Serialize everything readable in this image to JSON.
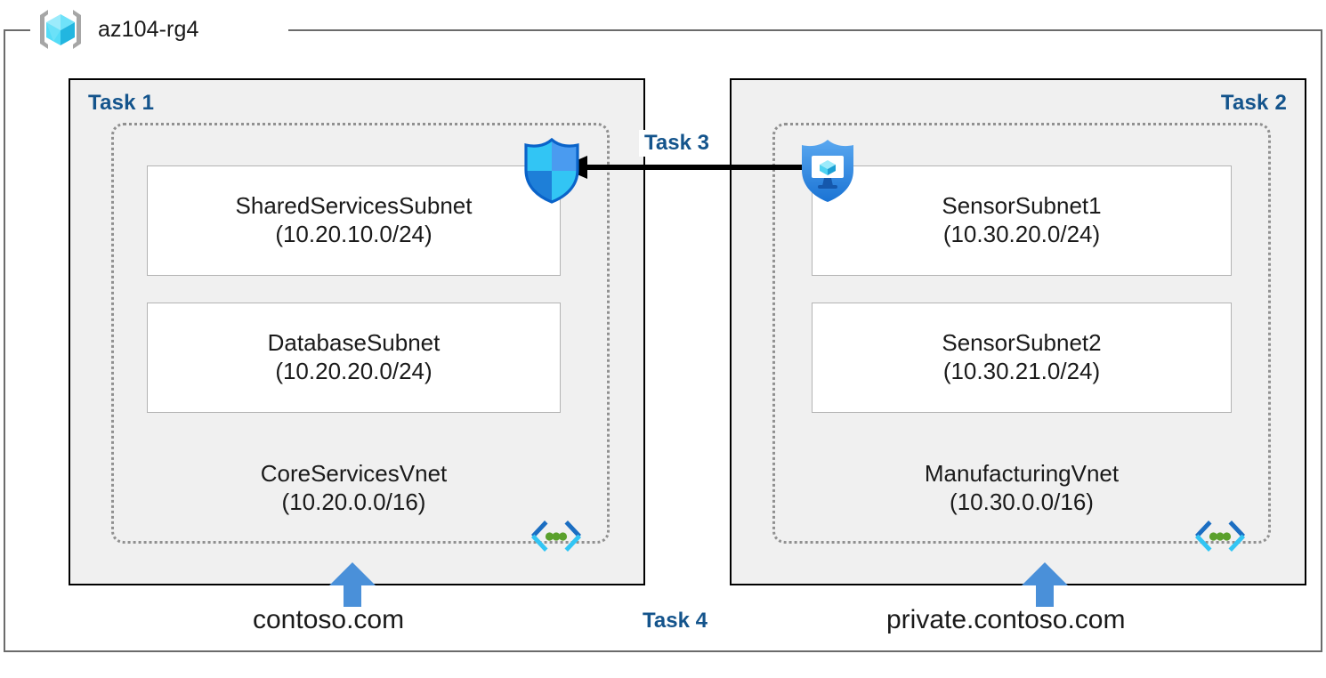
{
  "resource_group": {
    "name": "az104-rg4",
    "icon": "azure-resource-group-icon"
  },
  "panels": [
    {
      "id": "left",
      "task_label": "Task 1",
      "vnet": {
        "name": "CoreServicesVnet",
        "cidr": "(10.20.0.0/16)",
        "icon": "virtual-network-icon"
      },
      "subnets": [
        {
          "name": "SharedServicesSubnet",
          "cidr": "(10.20.10.0/24)"
        },
        {
          "name": "DatabaseSubnet",
          "cidr": "(10.20.20.0/24)"
        }
      ],
      "dns_zone": "contoso.com",
      "attached_icon": "shield-icon"
    },
    {
      "id": "right",
      "task_label": "Task 2",
      "vnet": {
        "name": "ManufacturingVnet",
        "cidr": "(10.30.0.0/16)",
        "icon": "virtual-network-icon"
      },
      "subnets": [
        {
          "name": "SensorSubnet1",
          "cidr": "(10.30.20.0/24)"
        },
        {
          "name": "SensorSubnet2",
          "cidr": "(10.30.21.0/24)"
        }
      ],
      "dns_zone": "private.contoso.com",
      "attached_icon": "shield-vm-icon"
    }
  ],
  "connections": {
    "peering": {
      "label": "Task 3",
      "direction": "right-to-left",
      "icon": "arrow-left-icon"
    },
    "dns": {
      "label": "Task 4",
      "icon": "arrow-up-icon"
    }
  },
  "colors": {
    "task_label": "#14548c",
    "panel_fill": "#f0f0f0",
    "panel_border": "#000000",
    "vnet_border": "#909090",
    "subnet_border": "#b3b3b3",
    "rg_border": "#6b6b6b",
    "accent_blue": "#4a90d9",
    "shield_cyan": "#32c5f4",
    "shield_blue": "#1e7fd8",
    "vnet_icon_dot_green": "#5aa02c",
    "text": "#1a1a1a"
  }
}
